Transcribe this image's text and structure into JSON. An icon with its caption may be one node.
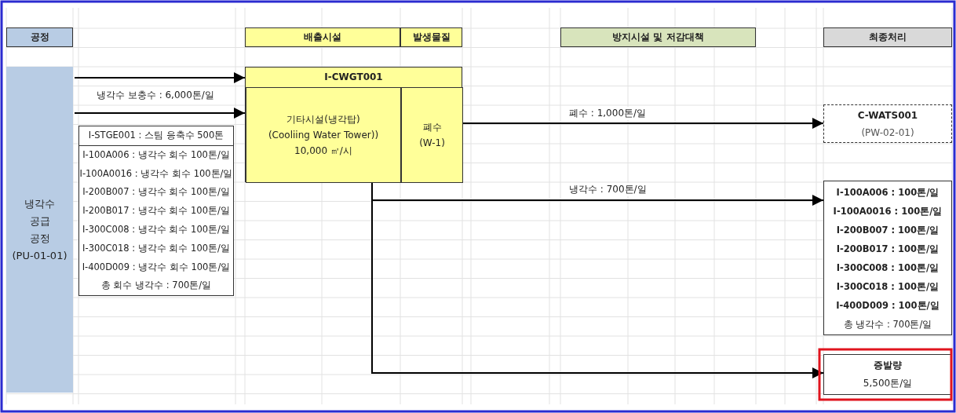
{
  "diagram": {
    "nodes": [
      {
        "text": [
          "공정"
        ]
      },
      {
        "text": [
          "배출시설"
        ]
      },
      {
        "text": [
          "발생물질"
        ]
      },
      {
        "text": [
          "방지시설 및 저감대책"
        ]
      },
      {
        "text": [
          "최종처리"
        ]
      },
      {
        "text": [
          "냉각수 공급 공정 (PU-01-01)"
        ]
      },
      {
        "text": [
          "I-CWGT001"
        ]
      },
      {
        "text": [
          "기타시설(냉각탑)",
          "(Cooliing Water Tower))",
          "10,000 ㎥/시"
        ],
        "in": 6
      },
      {
        "text": [
          "폐수 (W-1)"
        ],
        "in": 6
      },
      {
        "text": [
          "I-STGE001 : 스팀 응축수 500톤",
          "I-100A006 : 냉각수 회수 100톤/일",
          "I-100A0016 : 냉각수 회수 100톤/일",
          "I-200B007 : 냉각수 회수 100톤/일",
          "I-200B017 : 냉각수 회수 100톤/일",
          "I-300C008 : 냉각수 회수 100톤/일",
          "I-300C018 : 냉각수 회수 100톤/일",
          "I-400D009 : 냉각수 회수 100톤/일",
          "총 회수 냉각수  : 700톤/일"
        ]
      },
      {
        "text": [
          "C-WATS001",
          "(PW-02-01)"
        ]
      },
      {
        "text": [
          "I-100A006 : 100톤/일",
          "I-100A0016 : 100톤/일",
          "I-200B007 : 100톤/일",
          "I-200B017 : 100톤/일",
          "I-300C008 : 100톤/일",
          "I-300C018 : 100톤/일",
          "I-400D009 :  100톤/일",
          "총 냉각수  : 700톤/일"
        ]
      },
      {
        "text": [
          "증발량",
          "5,500톤/일"
        ]
      }
    ],
    "edges": [
      {
        "from": 5,
        "to": 6,
        "arrow": "to",
        "label": "냉각수 보충수 : 6,000톤/일"
      },
      {
        "from": 5,
        "to": 7,
        "arrow": "to"
      },
      {
        "from": 8,
        "to": 10,
        "arrow": "to",
        "label": "폐수 : 1,000톤/일"
      },
      {
        "from": 7,
        "to": 11,
        "arrow": "to",
        "label": "냉각수 : 700톤/일"
      },
      {
        "from": 7,
        "to": 12,
        "arrow": "to"
      }
    ]
  }
}
